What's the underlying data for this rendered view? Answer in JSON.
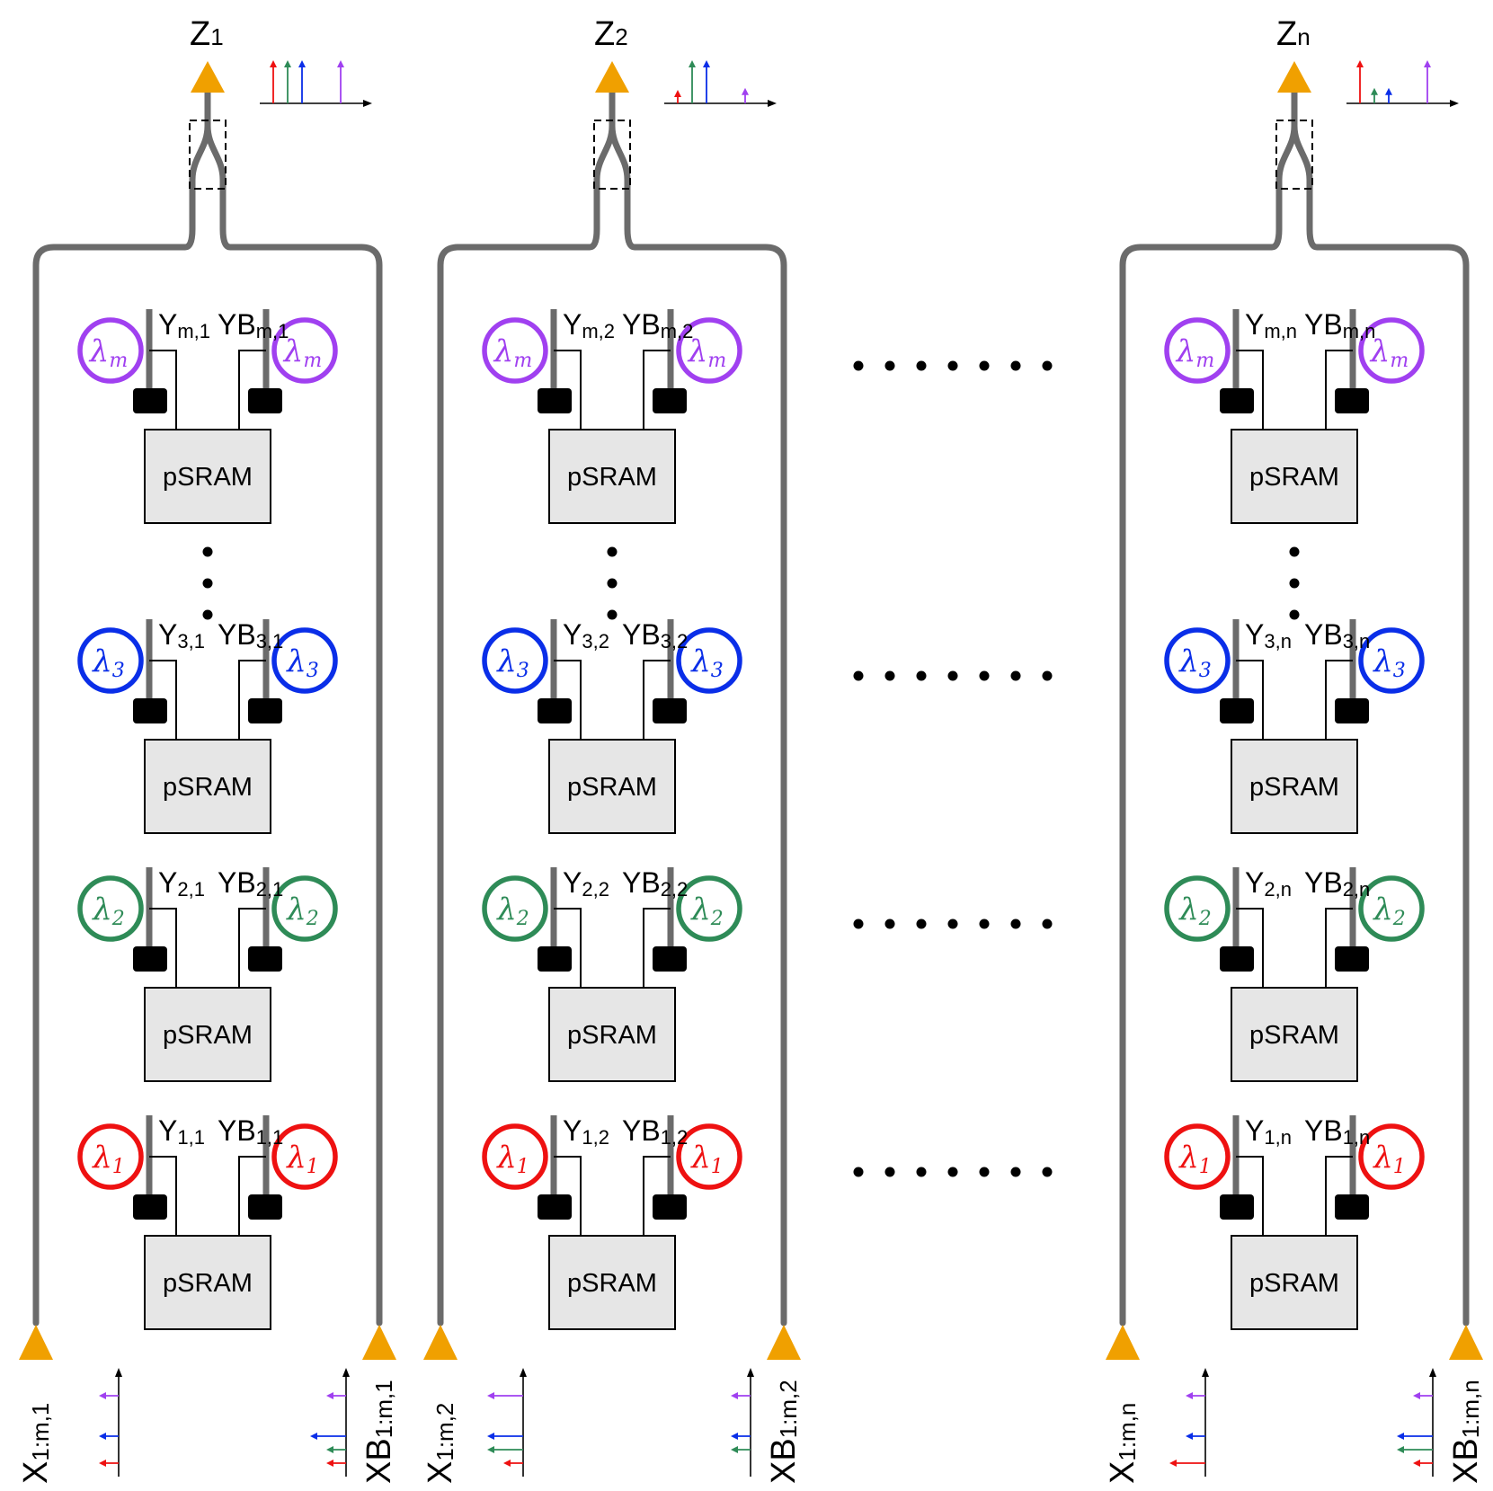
{
  "colors": {
    "waveguide": "#6b6b6b",
    "coupler": "#f0a000",
    "lambda_1": "#ee1111",
    "lambda_2": "#2e8b57",
    "lambda_3": "#0a2ee8",
    "lambda_m": "#a040f0",
    "pSRAM_fill": "#e6e6e6"
  },
  "columns": [
    {
      "output": {
        "base": "Z",
        "sub": "1"
      },
      "input": {
        "base": "X",
        "sub": "1:m,1"
      },
      "input_bar": {
        "base": "XB",
        "sub": "1:m,1"
      },
      "rows": [
        {
          "lambda": {
            "base": "λ",
            "sub": "m"
          },
          "y": {
            "base": "Y",
            "sub": "m,1"
          },
          "yb": {
            "base": "YB",
            "sub": "m,1"
          },
          "cell": "pSRAM",
          "color_key": "lambda_m"
        },
        {
          "lambda": {
            "base": "λ",
            "sub": "3"
          },
          "y": {
            "base": "Y",
            "sub": "3,1"
          },
          "yb": {
            "base": "YB",
            "sub": "3,1"
          },
          "cell": "pSRAM",
          "color_key": "lambda_3"
        },
        {
          "lambda": {
            "base": "λ",
            "sub": "2"
          },
          "y": {
            "base": "Y",
            "sub": "2,1"
          },
          "yb": {
            "base": "YB",
            "sub": "2,1"
          },
          "cell": "pSRAM",
          "color_key": "lambda_2"
        },
        {
          "lambda": {
            "base": "λ",
            "sub": "1"
          },
          "y": {
            "base": "Y",
            "sub": "1,1"
          },
          "yb": {
            "base": "YB",
            "sub": "1,1"
          },
          "cell": "pSRAM",
          "color_key": "lambda_1"
        }
      ],
      "spectrum_out": [
        1,
        1,
        1,
        1
      ],
      "spectrum_in": [
        1,
        0,
        1,
        1
      ],
      "spectrum_in_bar": [
        1,
        1,
        2,
        1
      ]
    },
    {
      "output": {
        "base": "Z",
        "sub": "2"
      },
      "input": {
        "base": "X",
        "sub": "1:m,2"
      },
      "input_bar": {
        "base": "XB",
        "sub": "1:m,2"
      },
      "rows": [
        {
          "lambda": {
            "base": "λ",
            "sub": "m"
          },
          "y": {
            "base": "Y",
            "sub": "m,2"
          },
          "yb": {
            "base": "YB",
            "sub": "m,2"
          },
          "cell": "pSRAM",
          "color_key": "lambda_m"
        },
        {
          "lambda": {
            "base": "λ",
            "sub": "3"
          },
          "y": {
            "base": "Y",
            "sub": "3,2"
          },
          "yb": {
            "base": "YB",
            "sub": "3,2"
          },
          "cell": "pSRAM",
          "color_key": "lambda_3"
        },
        {
          "lambda": {
            "base": "λ",
            "sub": "2"
          },
          "y": {
            "base": "Y",
            "sub": "2,2"
          },
          "yb": {
            "base": "YB",
            "sub": "2,2"
          },
          "cell": "pSRAM",
          "color_key": "lambda_2"
        },
        {
          "lambda": {
            "base": "λ",
            "sub": "1"
          },
          "y": {
            "base": "Y",
            "sub": "1,2"
          },
          "yb": {
            "base": "YB",
            "sub": "1,2"
          },
          "cell": "pSRAM",
          "color_key": "lambda_1"
        }
      ],
      "spectrum_out": [
        0.25,
        1,
        1,
        0.3
      ],
      "spectrum_in": [
        1,
        2,
        2,
        2
      ],
      "spectrum_in_bar": [
        0,
        1,
        1,
        1
      ]
    },
    {
      "output": {
        "base": "Z",
        "sub": "n"
      },
      "input": {
        "base": "X",
        "sub": "1:m,n"
      },
      "input_bar": {
        "base": "XB",
        "sub": "1:m,n"
      },
      "rows": [
        {
          "lambda": {
            "base": "λ",
            "sub": "m"
          },
          "y": {
            "base": "Y",
            "sub": "m,n"
          },
          "yb": {
            "base": "YB",
            "sub": "m,n"
          },
          "cell": "pSRAM",
          "color_key": "lambda_m"
        },
        {
          "lambda": {
            "base": "λ",
            "sub": "3"
          },
          "y": {
            "base": "Y",
            "sub": "3,n"
          },
          "yb": {
            "base": "YB",
            "sub": "3,n"
          },
          "cell": "pSRAM",
          "color_key": "lambda_3"
        },
        {
          "lambda": {
            "base": "λ",
            "sub": "2"
          },
          "y": {
            "base": "Y",
            "sub": "2,n"
          },
          "yb": {
            "base": "YB",
            "sub": "2,n"
          },
          "cell": "pSRAM",
          "color_key": "lambda_2"
        },
        {
          "lambda": {
            "base": "λ",
            "sub": "1"
          },
          "y": {
            "base": "Y",
            "sub": "1,n"
          },
          "yb": {
            "base": "YB",
            "sub": "1,n"
          },
          "cell": "pSRAM",
          "color_key": "lambda_1"
        }
      ],
      "spectrum_out": [
        1,
        0.3,
        0.3,
        1
      ],
      "spectrum_in": [
        2,
        0,
        1,
        1
      ],
      "spectrum_in_bar": [
        1,
        2,
        2,
        1
      ]
    }
  ]
}
